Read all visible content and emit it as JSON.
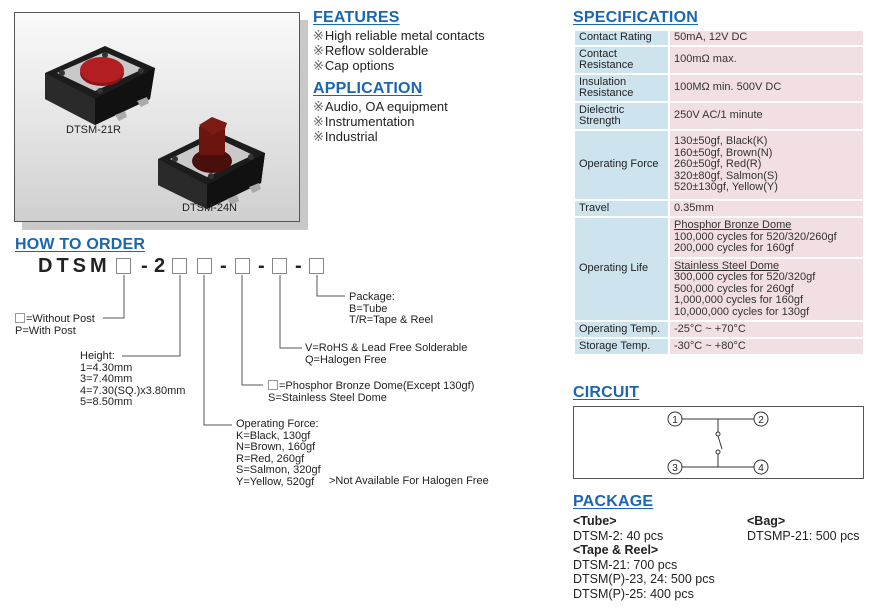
{
  "product_images": {
    "items": [
      {
        "label": "DTSM-21R",
        "cap_color": "#b21e22",
        "cap_shape": "round"
      },
      {
        "label": "DTSM-24N",
        "cap_color": "#6b1410",
        "cap_shape": "square-stem"
      }
    ]
  },
  "features": {
    "title": "FEATURES",
    "items": [
      "High reliable metal contacts",
      "Reflow solderable",
      "Cap options"
    ]
  },
  "application": {
    "title": "APPLICATION",
    "items": [
      "Audio, OA equipment",
      "Instrumentation",
      "Industrial"
    ]
  },
  "specification": {
    "title": "SPECIFICATION",
    "rows": [
      {
        "key": "Contact Rating",
        "value": [
          "50mA, 12V DC"
        ]
      },
      {
        "key": "Contact Resistance",
        "value": [
          "100mΩ max."
        ]
      },
      {
        "key": "Insulation Resistance",
        "value": [
          "100MΩ min. 500V DC"
        ]
      },
      {
        "key": "Dielectric Strength",
        "value": [
          "250V AC/1 minute"
        ]
      },
      {
        "key": "Operating Force",
        "value": [
          "130±50gf, Black(K)",
          "160±50gf, Brown(N)",
          "260±50gf, Red(R)",
          "320±80gf, Salmon(S)",
          "520±130gf, Yellow(Y)"
        ]
      },
      {
        "key": "Travel",
        "value": [
          "0.35mm"
        ]
      },
      {
        "key": "Operating Life",
        "groups": [
          {
            "title": "Phosphor Bronze Dome",
            "lines": [
              "100,000 cycles for 520/320/260gf",
              "200,000 cycles for 160gf"
            ]
          },
          {
            "title": "Stainless Steel Dome",
            "lines": [
              "300,000 cycles for 520/320gf",
              "500,000 cycles for 260gf",
              "1,000,000 cycles for 160gf",
              "10,000,000 cycles for 130gf"
            ]
          }
        ]
      },
      {
        "key": "Operating Temp.",
        "value": [
          "-25°C ~ +70°C"
        ]
      },
      {
        "key": "Storage Temp.",
        "value": [
          "-30°C ~ +80°C"
        ]
      }
    ]
  },
  "circuit": {
    "title": "CIRCUIT",
    "pins": [
      "1",
      "2",
      "3",
      "4"
    ]
  },
  "package": {
    "title": "PACKAGE",
    "tube": {
      "title": "<Tube>",
      "lines": [
        "DTSM-2: 40 pcs"
      ]
    },
    "tape_reel": {
      "title": "<Tape & Reel>",
      "lines": [
        "DTSM-21: 700 pcs",
        "DTSM(P)-23, 24: 500 pcs",
        "DTSM(P)-25: 400 pcs"
      ]
    },
    "bag": {
      "title": "<Bag>",
      "lines": [
        "DTSMP-21: 500 pcs"
      ]
    }
  },
  "how_to_order": {
    "title": "HOW TO ORDER",
    "prefix": "DTSM",
    "series_digit": "2",
    "dash": "-",
    "post": [
      "=Without Post",
      "P=With Post"
    ],
    "height": {
      "title": "Height:",
      "lines": [
        "1=4.30mm",
        "3=7.40mm",
        "4=7.30(SQ.)x3.80mm",
        "5=8.50mm"
      ]
    },
    "operating_force": {
      "title": "Operating Force:",
      "lines": [
        "K=Black, 130gf",
        "N=Brown, 160gf",
        "R=Red, 260gf",
        "S=Salmon, 320gf",
        "Y=Yellow, 520gf"
      ],
      "note": ">Not Available For Halogen Free"
    },
    "dome": [
      "=Phosphor Bronze Dome(Except 130gf)",
      "S=Stainless Steel Dome"
    ],
    "compliance": [
      "V=RoHS & Lead Free Solderable",
      "Q=Halogen Free"
    ],
    "package": {
      "title": "Package:",
      "lines": [
        "B=Tube",
        "T/R=Tape & Reel"
      ]
    }
  },
  "colors": {
    "heading": "#1a66b0",
    "spec_key_bg": "#cde3ee",
    "spec_value_bg": "#f1dfe4"
  }
}
